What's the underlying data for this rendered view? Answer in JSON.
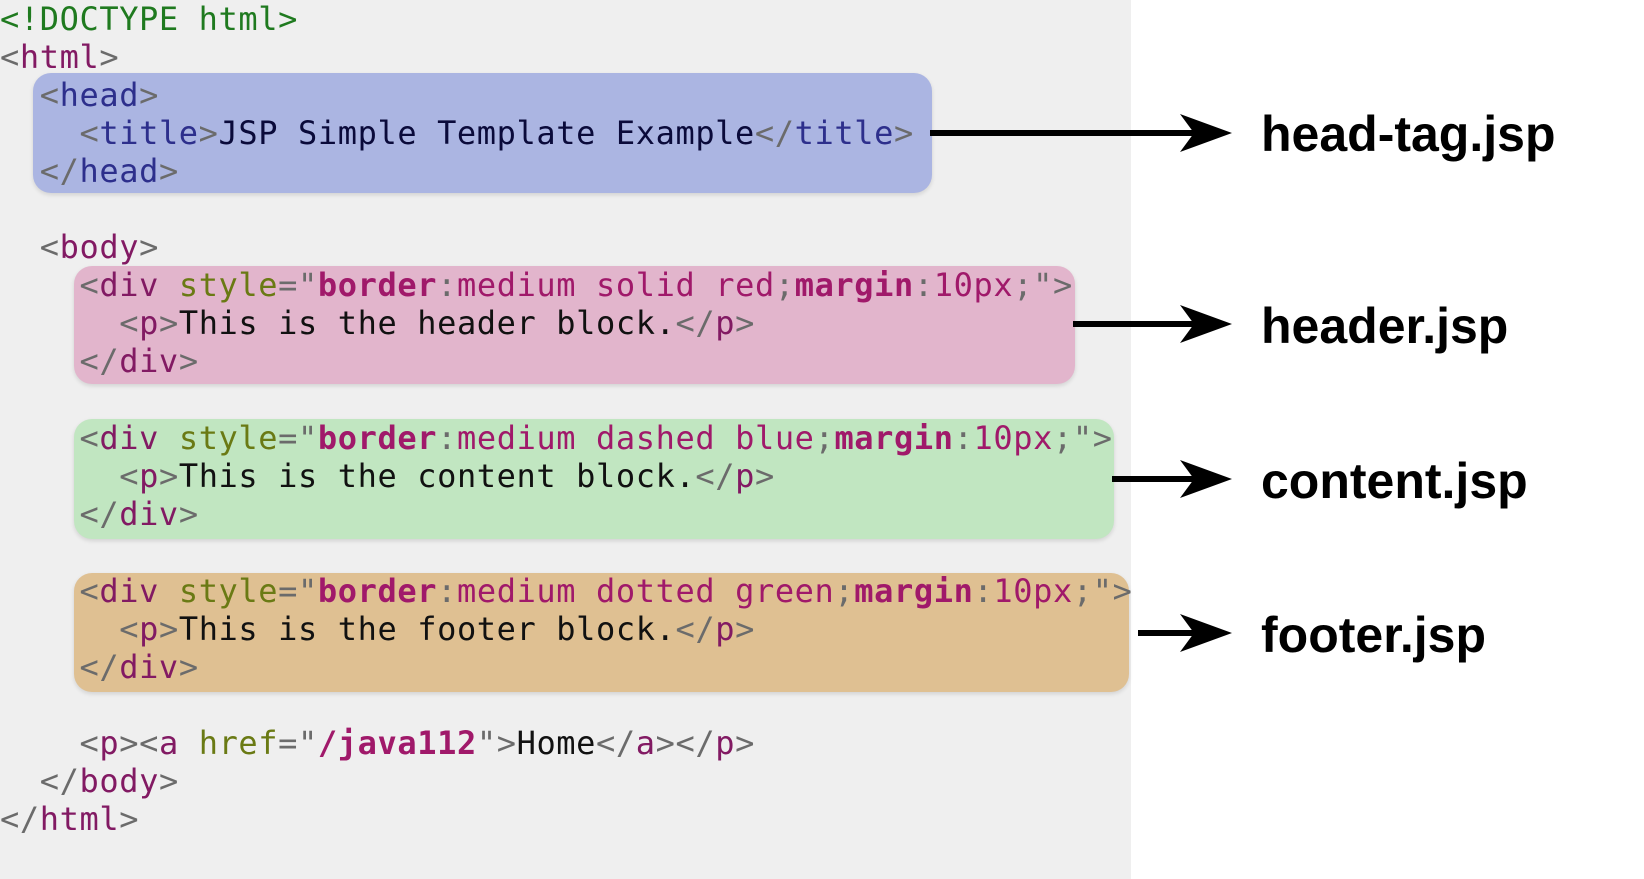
{
  "code": {
    "doctype": "<!DOCTYPE html>",
    "html_open": "html",
    "head_open": "head",
    "title_tag": "title",
    "title_text": "JSP Simple Template Example",
    "body_open": "body",
    "div_tag": "div",
    "style_attr": "style",
    "prop_border": "border",
    "prop_margin": "margin",
    "header_border_value": "medium solid red",
    "content_border_value": "medium dashed blue",
    "footer_border_value": "medium dotted green",
    "margin_value": "10px",
    "p_tag": "p",
    "header_text": "This is the header block.",
    "content_text": "This is the content block.",
    "footer_text": "This is the footer block.",
    "a_tag": "a",
    "href_attr": "href",
    "home_href": "/java112",
    "home_text": "Home"
  },
  "labels": {
    "head_file": "head-tag.jsp",
    "header_file": "header.jsp",
    "content_file": "content.jsp",
    "footer_file": "footer.jsp"
  },
  "colors": {
    "head_highlight": "#abb5e2",
    "header_highlight": "#e2b5cc",
    "content_highlight": "#c1e6c1",
    "footer_highlight": "#dfc092",
    "code_background": "#efefef"
  }
}
